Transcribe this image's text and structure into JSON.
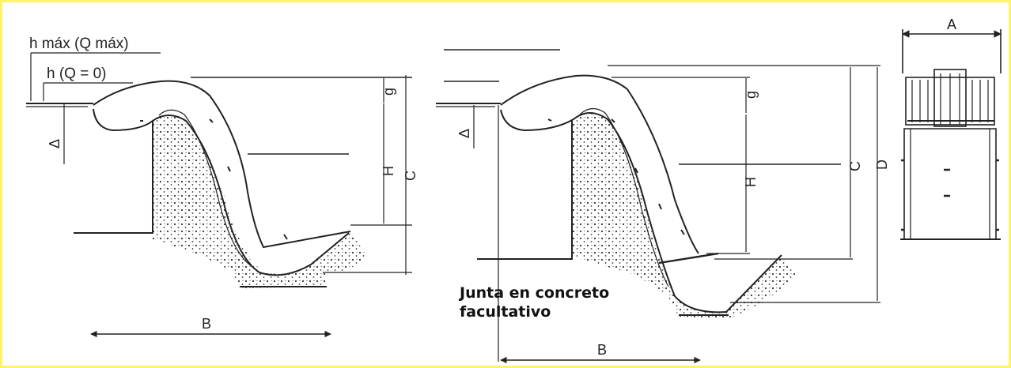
{
  "labels": {
    "h_max": "h máx (Q máx)",
    "h_zero": "h (Q = 0)",
    "delta": "Δ",
    "g": "g",
    "H": "H",
    "C": "C",
    "D": "D",
    "A": "A",
    "B": "B"
  },
  "note": {
    "line1": "Junta en concreto",
    "line2": "facultativo"
  },
  "colors": {
    "frame": "#fff36a",
    "ink": "#222222"
  }
}
